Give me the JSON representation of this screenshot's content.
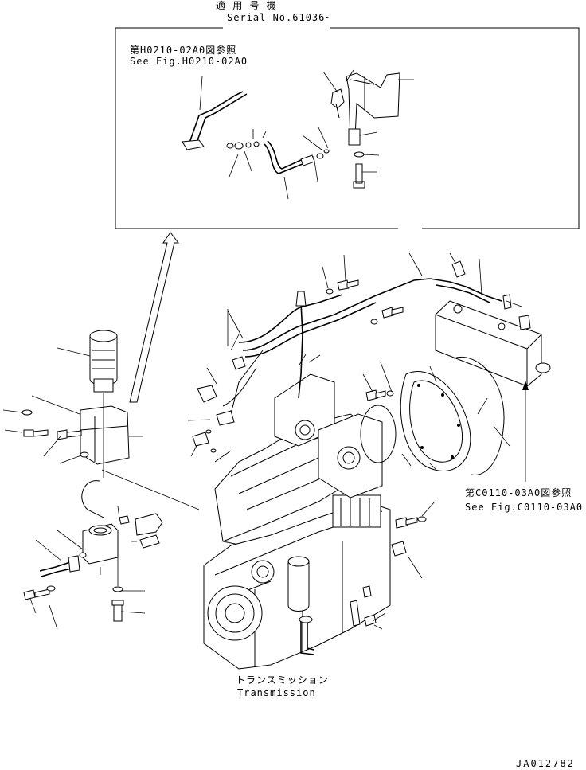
{
  "header": {
    "applicable_model_jp": "適 用 号 機",
    "serial": "Serial No.61036~"
  },
  "inset": {
    "ref_jp": "第H0210-02A0図参照",
    "ref_en": "See Fig.H0210-02A0"
  },
  "right_ref": {
    "ref_jp": "第C0110-03A0図参照",
    "ref_en": "See Fig.C0110-03A0"
  },
  "caption": {
    "jp": "トランスミッション",
    "en": "Transmission"
  },
  "drawing_number": "JA012782"
}
